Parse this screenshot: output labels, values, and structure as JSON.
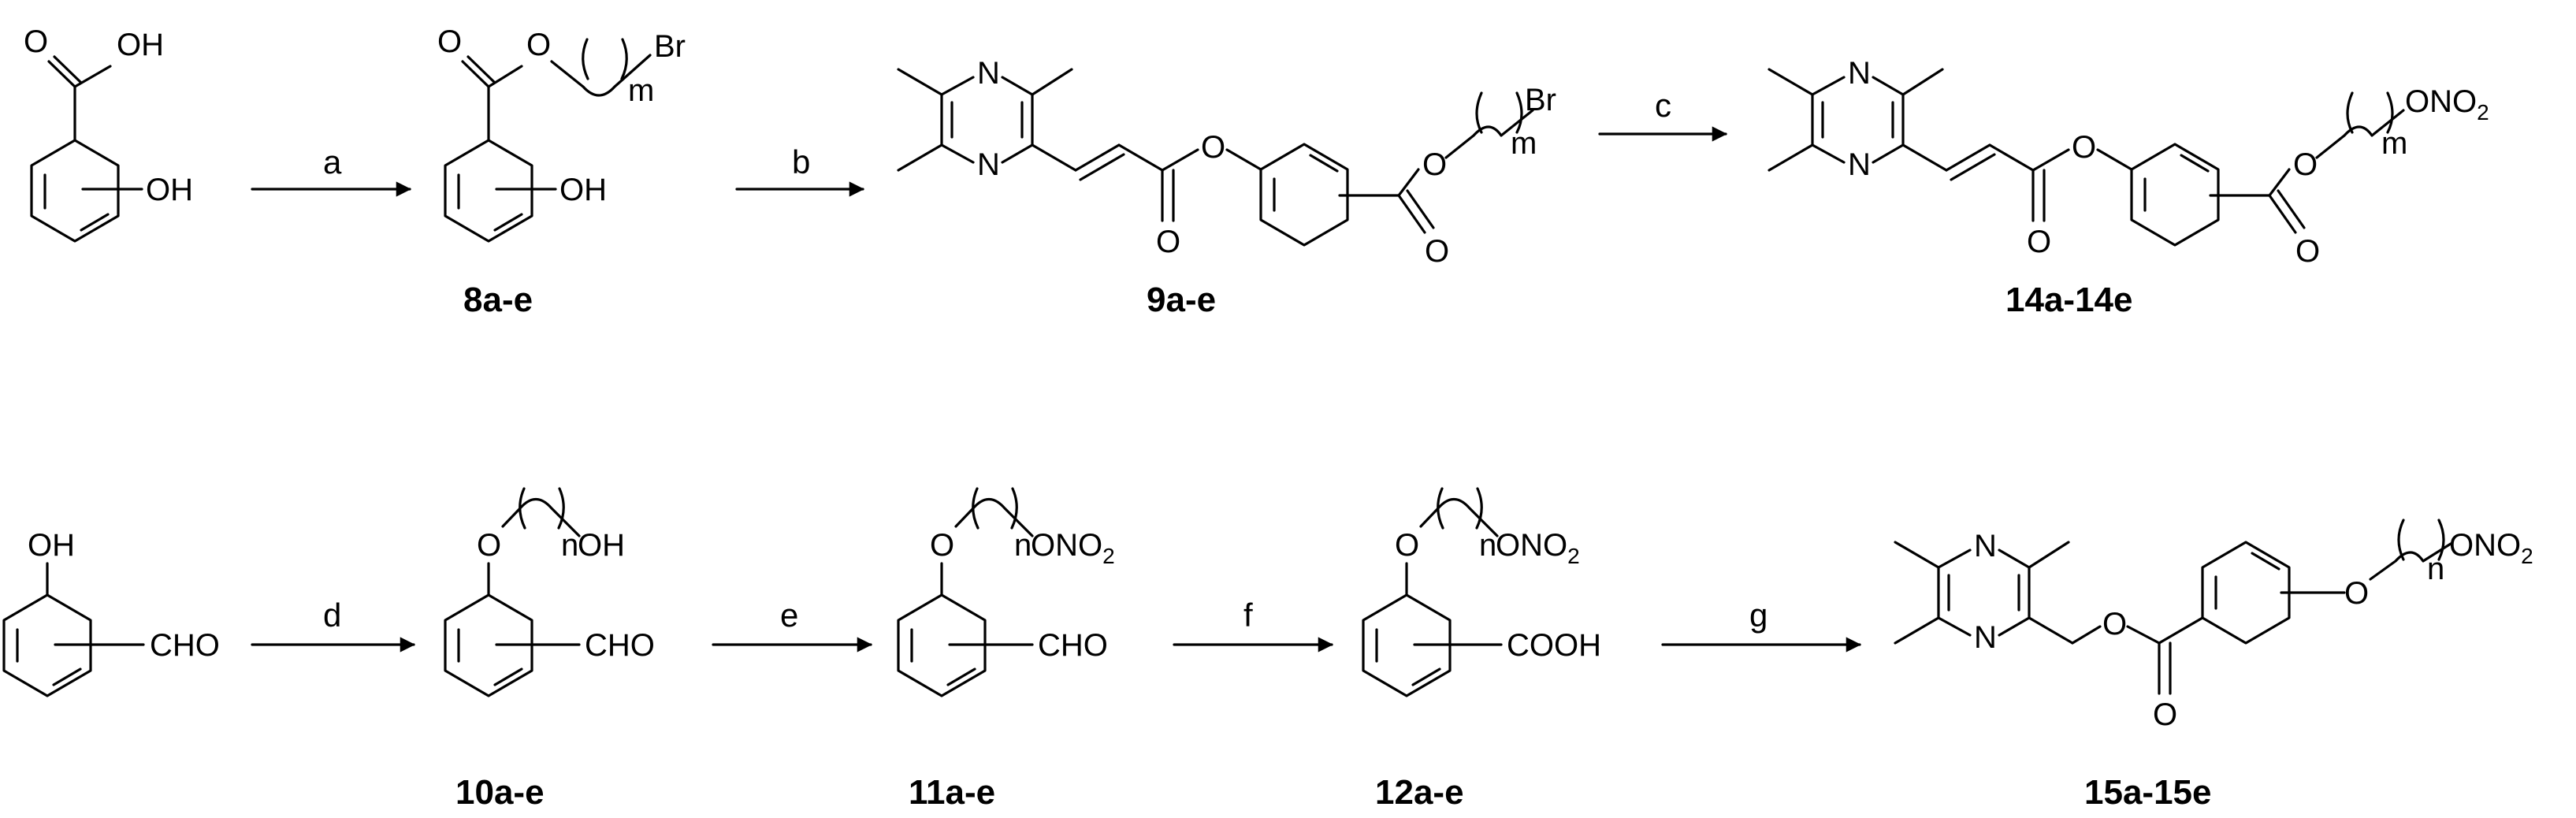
{
  "steps": [
    "a",
    "b",
    "c",
    "d",
    "e",
    "f",
    "g"
  ],
  "compounds": [
    "8a-e",
    "9a-e",
    "14a-14e",
    "10a-e",
    "11a-e",
    "12a-e",
    "15a-15e"
  ],
  "atoms": {
    "oh": "OH",
    "o": "O",
    "br": "Br",
    "n": "N",
    "m": "m",
    "nn": "n",
    "cho": "CHO",
    "cooh": "COOH",
    "ono": "ONO",
    "two": "2"
  }
}
